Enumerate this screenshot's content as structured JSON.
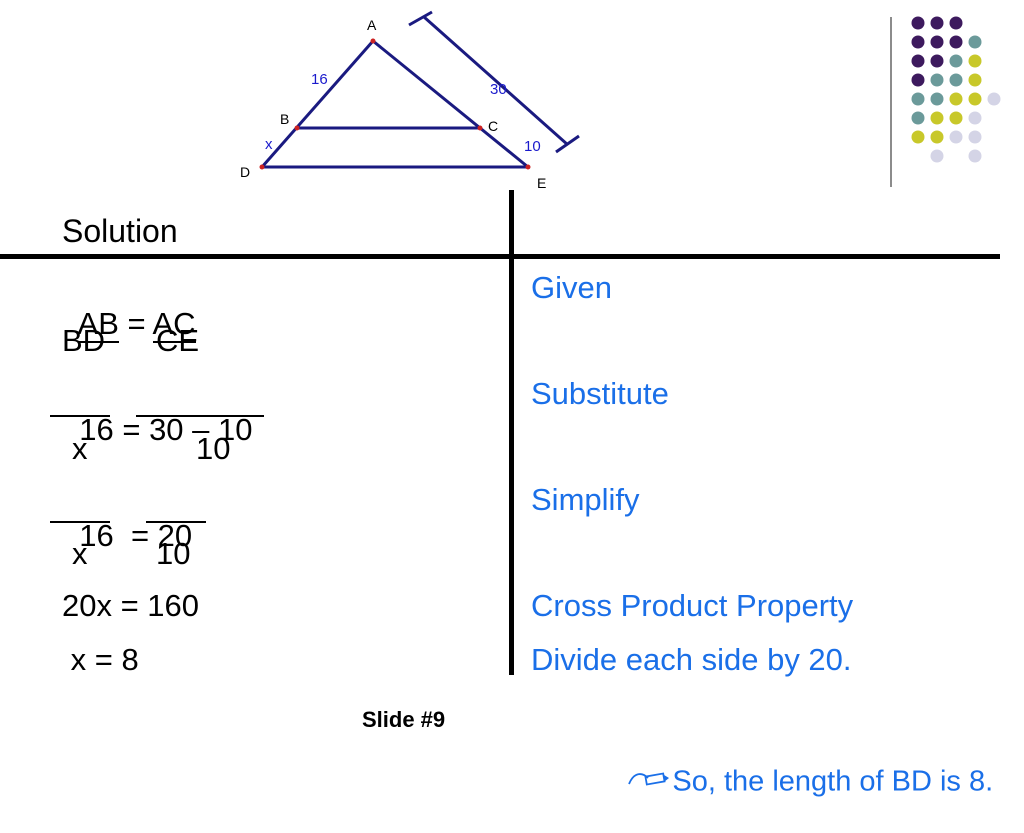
{
  "diagram": {
    "points": {
      "A": "A",
      "B": "B",
      "C": "C",
      "D": "D",
      "E": "E"
    },
    "labels": {
      "ab": "16",
      "bd": "x",
      "ae": "30",
      "ce": "10"
    },
    "colors": {
      "lines": "#1a1a80",
      "labels": "#1a1acc",
      "points": "#cc2222",
      "point_letters": "#000000"
    }
  },
  "decor": {
    "dot_colors": {
      "purple": "#3d1a5e",
      "teal": "#6b9a9a",
      "yellow": "#c8c82a",
      "lavender": "#d4d4e6"
    }
  },
  "solution": {
    "heading": "Solution",
    "rows": [
      {
        "top": "AB",
        "eq": " = ",
        "top2": "AC",
        "reason": "Given"
      },
      {
        "bottom": "BD",
        "bottom2": "CE"
      },
      {
        "top": "16",
        "eq": " = ",
        "top2": "30 – 10",
        "reason": "Substitute"
      },
      {
        "bottom": "x",
        "bottom2": "10"
      },
      {
        "top": "16",
        "eq": "  = ",
        "top2": "20",
        "reason": "Simplify"
      },
      {
        "bottom": "x",
        "bottom2": "10"
      },
      {
        "line": "20x = 160",
        "reason": "Cross Product Property"
      },
      {
        "line": " x = 8",
        "reason": "Divide each side by 20."
      }
    ]
  },
  "footer": {
    "slide_number": "Slide #9",
    "conclusion": "So, the length of BD is 8."
  }
}
